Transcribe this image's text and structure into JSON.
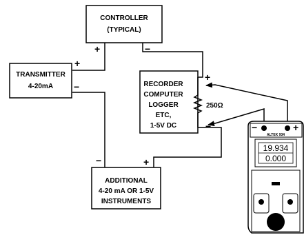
{
  "controller": {
    "lines": [
      "CONTROLLER",
      "(TYPICAL)"
    ],
    "plus": "+",
    "minus": "−"
  },
  "transmitter": {
    "lines": [
      "TRANSMITTER",
      "4-20mA"
    ],
    "plus": "+",
    "minus": "−"
  },
  "recorder": {
    "lines": [
      "RECORDER",
      "COMPUTER",
      "LOGGER",
      "ETC,",
      "1-5V DC"
    ],
    "plus": "+",
    "minus": "−"
  },
  "resistor": {
    "label": "250Ω"
  },
  "additional": {
    "lines": [
      "ADDITIONAL",
      "4-20 mA OR 1-5V",
      "INSTRUMENTS"
    ],
    "plus": "+",
    "minus": "−"
  },
  "meter": {
    "brand": "ALTEK 934",
    "terminal_minus": "−",
    "terminal_plus": "+",
    "display_top": "19.934",
    "display_bottom": "0.000"
  }
}
